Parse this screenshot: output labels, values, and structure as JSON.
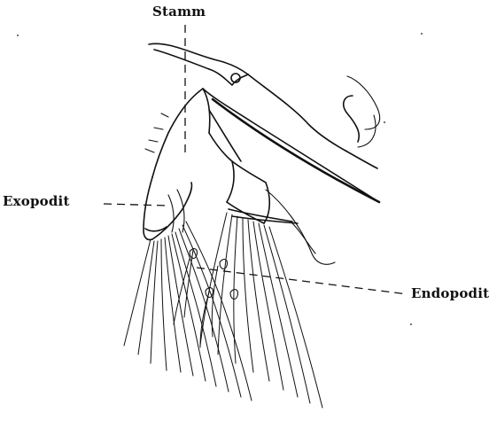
{
  "figure": {
    "labels": {
      "stamm": "Stamm",
      "exopodit": "Exopodit",
      "endopodit": "Endopodit"
    },
    "ink_color": "#111111",
    "background_color": "#ffffff"
  }
}
